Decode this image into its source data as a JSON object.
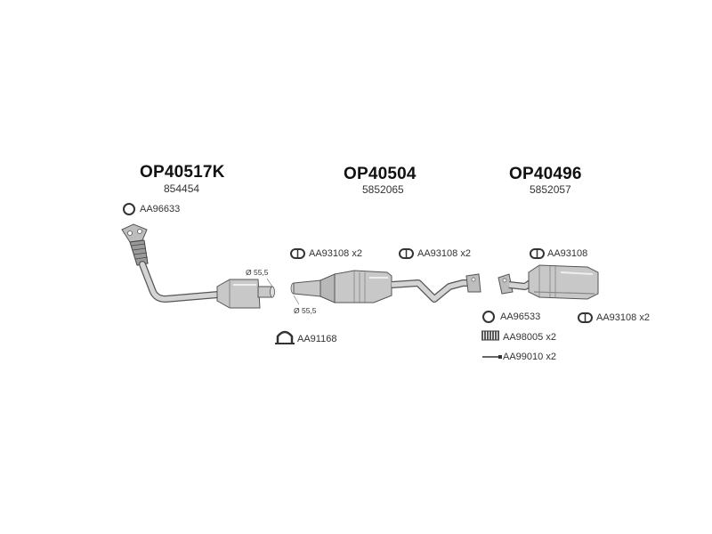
{
  "groups": [
    {
      "part_number": "OP40517K",
      "oe_number": "854454",
      "accessories": [
        {
          "icon": "o-ring-gasket-icon",
          "code": "AA96633"
        },
        {
          "icon": "clamp-icon",
          "code": "AA91168"
        }
      ],
      "dimensions": [
        "Ø 55,5"
      ]
    },
    {
      "part_number": "OP40504",
      "oe_number": "5852065",
      "accessories": [
        {
          "icon": "flange-gasket-icon",
          "code": "AA93108 x2"
        },
        {
          "icon": "flange-gasket-icon",
          "code": "AA93108 x2"
        }
      ],
      "dimensions": [
        "Ø 55,5"
      ]
    },
    {
      "part_number": "OP40496",
      "oe_number": "5852057",
      "accessories": [
        {
          "icon": "flange-gasket-icon",
          "code": "AA93108"
        },
        {
          "icon": "o-ring-gasket-icon",
          "code": "AA96533"
        },
        {
          "icon": "flange-gasket-icon",
          "code": "AA93108 x2"
        },
        {
          "icon": "spring-icon",
          "code": "AA98005 x2"
        },
        {
          "icon": "bolt-icon",
          "code": "AA99010 x2"
        }
      ]
    }
  ],
  "colors": {
    "part_fill": "#c8c8c8",
    "part_stroke": "#555555",
    "text": "#222222"
  }
}
